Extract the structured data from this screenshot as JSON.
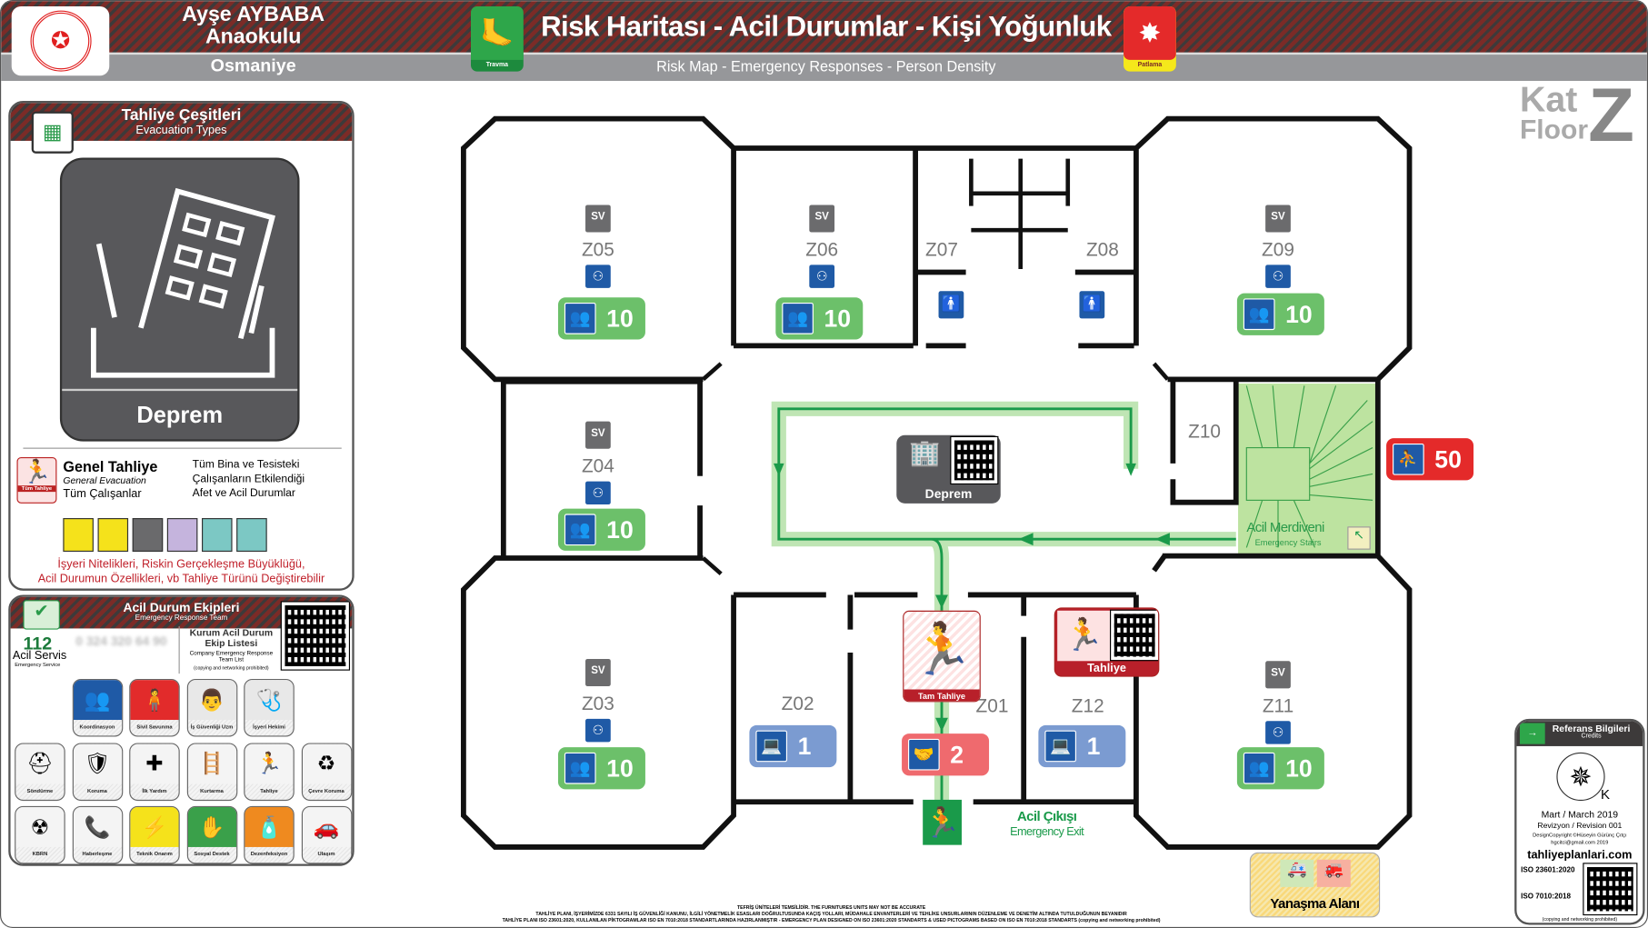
{
  "header": {
    "school_name": "Ayşe AYBABA Anaokulu",
    "city": "Osmaniye",
    "title": "Risk Haritası - Acil Durumlar - Kişi Yoğunluk",
    "subtitle": "Risk Map - Emergency Responses - Person Density",
    "hazard_left_label": "Travma",
    "hazard_right_label": "Patlama"
  },
  "floor": {
    "kat": "Kat",
    "floor": "Floor",
    "id": "Z"
  },
  "evacuation_panel": {
    "title": "Tahliye Çeşitleri",
    "subtitle": "Evacuation Types",
    "main_type": "Deprem",
    "general_title": "Genel Tahliye",
    "general_en": "General Evacuation",
    "general_who": "Tüm Çalışanlar",
    "general_icon_label": "Tüm Tahliye",
    "general_desc": [
      "Tüm Bina ve Tesisteki",
      "Çalışanların Etkilendiği",
      "Afet ve Acil Durumlar"
    ],
    "note": [
      "İşyeri Nitelikleri, Riskin Gerçekleşme Büyüklüğü,",
      "Acil Durumun Özellikleri, vb Tahliye Türünü Değiştirebilir"
    ]
  },
  "team_panel": {
    "title": "Acil Durum Ekipleri",
    "subtitle": "Emergency Response Team",
    "emergency_number": "112",
    "emergency_label": "Acil Servis",
    "emergency_en": "Emergency Service",
    "phone": "0 324 320 64 90",
    "list_title": "Kurum Acil Durum Ekip Listesi",
    "list_en": "Company Emergency Response Team List",
    "list_note": "(copying and networking prohibited)",
    "teams": [
      {
        "label": "Koordinasyon",
        "color": "#1f5aa6",
        "icon": "meeting-icon"
      },
      {
        "label": "Sivil Savunma",
        "color": "#e22b2b",
        "icon": "civil-defense-icon"
      },
      {
        "label": "İş Güvenliği Uzm",
        "color": "#e8e8e8",
        "icon": "safety-expert-icon"
      },
      {
        "label": "İşyeri Hekimi",
        "color": "#e8e8e8",
        "icon": "doctor-icon"
      },
      {
        "label": "Söndürme",
        "color": "#f4f4f4",
        "icon": "firefighting-icon"
      },
      {
        "label": "Koruma",
        "color": "#f4f4f4",
        "icon": "protection-icon"
      },
      {
        "label": "İlk Yardım",
        "color": "#f4f4f4",
        "icon": "first-aid-icon"
      },
      {
        "label": "Kurtarma",
        "color": "#f4f4f4",
        "icon": "rescue-icon"
      },
      {
        "label": "Tahliye",
        "color": "#f4f4f4",
        "icon": "evacuation-icon"
      },
      {
        "label": "Çevre Koruma",
        "color": "#f4f4f4",
        "icon": "recycle-icon"
      },
      {
        "label": "KBRN",
        "color": "#f4f4f4",
        "icon": "cbrn-icon"
      },
      {
        "label": "Haberleşme",
        "color": "#f4f4f4",
        "icon": "communication-icon"
      },
      {
        "label": "Teknik Onarım",
        "color": "#f5e21b",
        "icon": "technical-repair-icon"
      },
      {
        "label": "Sosyal Destek",
        "color": "#3aa04a",
        "icon": "social-support-icon"
      },
      {
        "label": "Dezenfeksiyon",
        "color": "#ef8a1f",
        "icon": "disinfection-icon"
      },
      {
        "label": "Ulaşım",
        "color": "#f4f4f4",
        "icon": "transport-icon"
      }
    ]
  },
  "map": {
    "rooms": [
      {
        "id": "Z05",
        "count": "10",
        "type": "group"
      },
      {
        "id": "Z06",
        "count": "10",
        "type": "group"
      },
      {
        "id": "Z07"
      },
      {
        "id": "Z08"
      },
      {
        "id": "Z09",
        "count": "10",
        "type": "group"
      },
      {
        "id": "Z04",
        "count": "10",
        "type": "group"
      },
      {
        "id": "Z10"
      },
      {
        "id": "Z03",
        "count": "10",
        "type": "group"
      },
      {
        "id": "Z02",
        "count": "1",
        "type": "office"
      },
      {
        "id": "Z01",
        "count": "2",
        "type": "meeting"
      },
      {
        "id": "Z12",
        "count": "1",
        "type": "office"
      },
      {
        "id": "Z11",
        "count": "10",
        "type": "group"
      }
    ],
    "stairs_count": "50",
    "stairs_label": "Acil Merdiveni",
    "stairs_en": "Emergency Stairs",
    "deprem_sign": "Deprem",
    "tam_tahliye_sign": "Tam Tahliye",
    "tahliye_sign": "Tahliye",
    "exit_label": "Acil Çıkışı",
    "exit_en": "Emergency Exit",
    "assembly_label": "Yanaşma Alanı",
    "colors": {
      "group": "#6cc06a",
      "office": "#7b9bd1",
      "meeting": "#ef6a6e",
      "stairs": "#e42a2a",
      "path": "#1a9a4a"
    }
  },
  "credits": {
    "title": "Referans Bilgileri",
    "subtitle": "Credits",
    "compass_label": "K",
    "date": "Mart / March 2019",
    "revision": "Revizyon / Revision 001",
    "design": "DesignCopyright ©Hüseyin Gürünç Çıtçı",
    "email": "hgcitci@gmail.com 2019",
    "website": "tahliyeplanlari.com",
    "iso1": "23601:2020",
    "iso2": "7010:2018",
    "note": "(copying and networking prohibited)"
  },
  "footer": [
    "TEFRİŞ ÜNİTELERİ TEMSİLİDİR. THE FURNITURES UNITS MAY NOT BE ACCURATE",
    "TAHLİYE PLANI, İŞYERİMİZDE 6331 SAYILI İŞ GÜVENLİĞİ KANUNU, İLGİLİ YÖNETMELİK ESASLARI DOĞRULTUSUNDA KAÇIŞ YOLLARI, MÜDAHALE ENVANTERLERİ VE TEHLİKE UNSURLARININ DÜZENLEME VE DENETİM ALTINDA TUTULDUĞUNUN BEYANIDIR",
    "TAHLİYE PLANI ISO 23601:2020, KULLANILAN PİKTOGRAMLAR ISO EN 7010:2018 STANDARTLARINDA HAZIRLANMIŞTIR - EMERGENCY PLAN DESIGNED ON ISO 23601:2020 STANDARTS & USED PICTOGRAMS BASED ON ISO EN 7010:2018 STANDARTS (copying and networking prohibited)"
  ]
}
